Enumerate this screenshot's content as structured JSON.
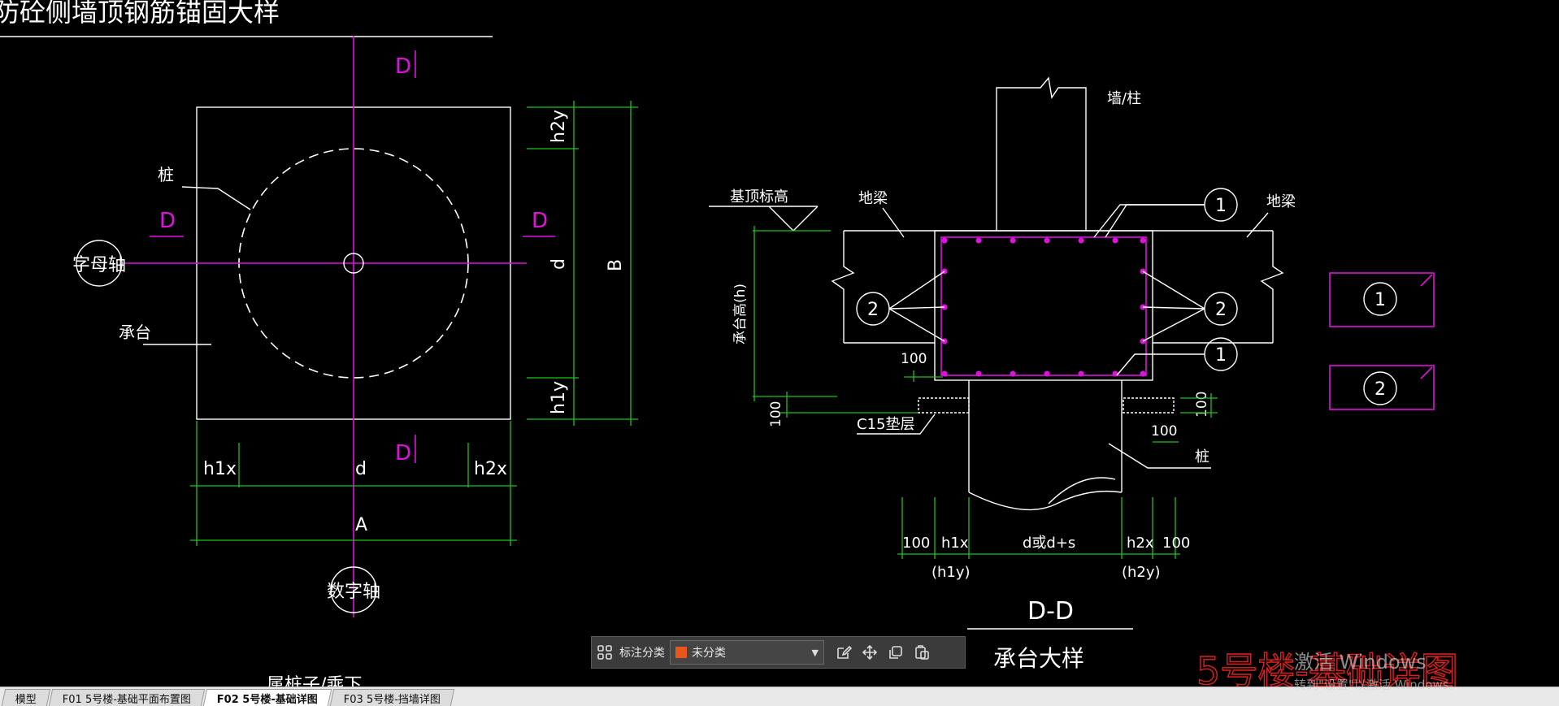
{
  "drawing": {
    "title": "防砼侧墙顶钢筋锚固大样",
    "plan": {
      "section_marks": [
        "D",
        "D",
        "D",
        "D"
      ],
      "label_pile": "桩",
      "label_cap": "承台",
      "axis_letter": "字母轴",
      "axis_number": "数字轴",
      "dim_h1x": "h1x",
      "dim_d_bottom": "d",
      "dim_h2x": "h2x",
      "dim_A": "A",
      "dim_h2y": "h2y",
      "dim_d_right": "d",
      "dim_h1y": "h1y",
      "dim_B": "B",
      "partial_bottom_text": "属桩子/乘下"
    },
    "section": {
      "label_wall": "墙/柱",
      "label_found_elev": "基顶标高",
      "label_beam_left": "地梁",
      "label_beam_right": "地梁",
      "label_cap_height": "承台高(h)",
      "label_c15": "C15垫层",
      "label_pile": "桩",
      "bubble_1_top": "1",
      "bubble_1_bottom": "1",
      "bubble_2_left": "2",
      "bubble_2_right": "2",
      "dim_100_left": "100",
      "dim_100_left_vert": "100",
      "dim_100_right_vert": "100",
      "dim_100_right": "100",
      "bottom_dims": [
        "100",
        "h1x",
        "d或d+s",
        "h2x",
        "100"
      ],
      "sub_h1y": "(h1y)",
      "sub_h2y": "(h2y)",
      "section_title": "D-D",
      "caption": "承台大样"
    },
    "legend": {
      "item1": "1",
      "item2": "2"
    },
    "bottom_red_text": "5号楼-基础详图"
  },
  "toolbar": {
    "label": "标注分类",
    "select_value": "未分类",
    "swatch_color": "#e8561c"
  },
  "tabs": [
    {
      "label": "模型",
      "active": false
    },
    {
      "label": "F01 5号楼-基础平面布置图",
      "active": false
    },
    {
      "label": "F02 5号楼-基础详图",
      "active": true
    },
    {
      "label": "F03 5号楼-挡墙详图",
      "active": false
    }
  ],
  "watermark": {
    "line1": "激活 Windows",
    "line2": "转到\"设置\"以激活 Windows。"
  }
}
